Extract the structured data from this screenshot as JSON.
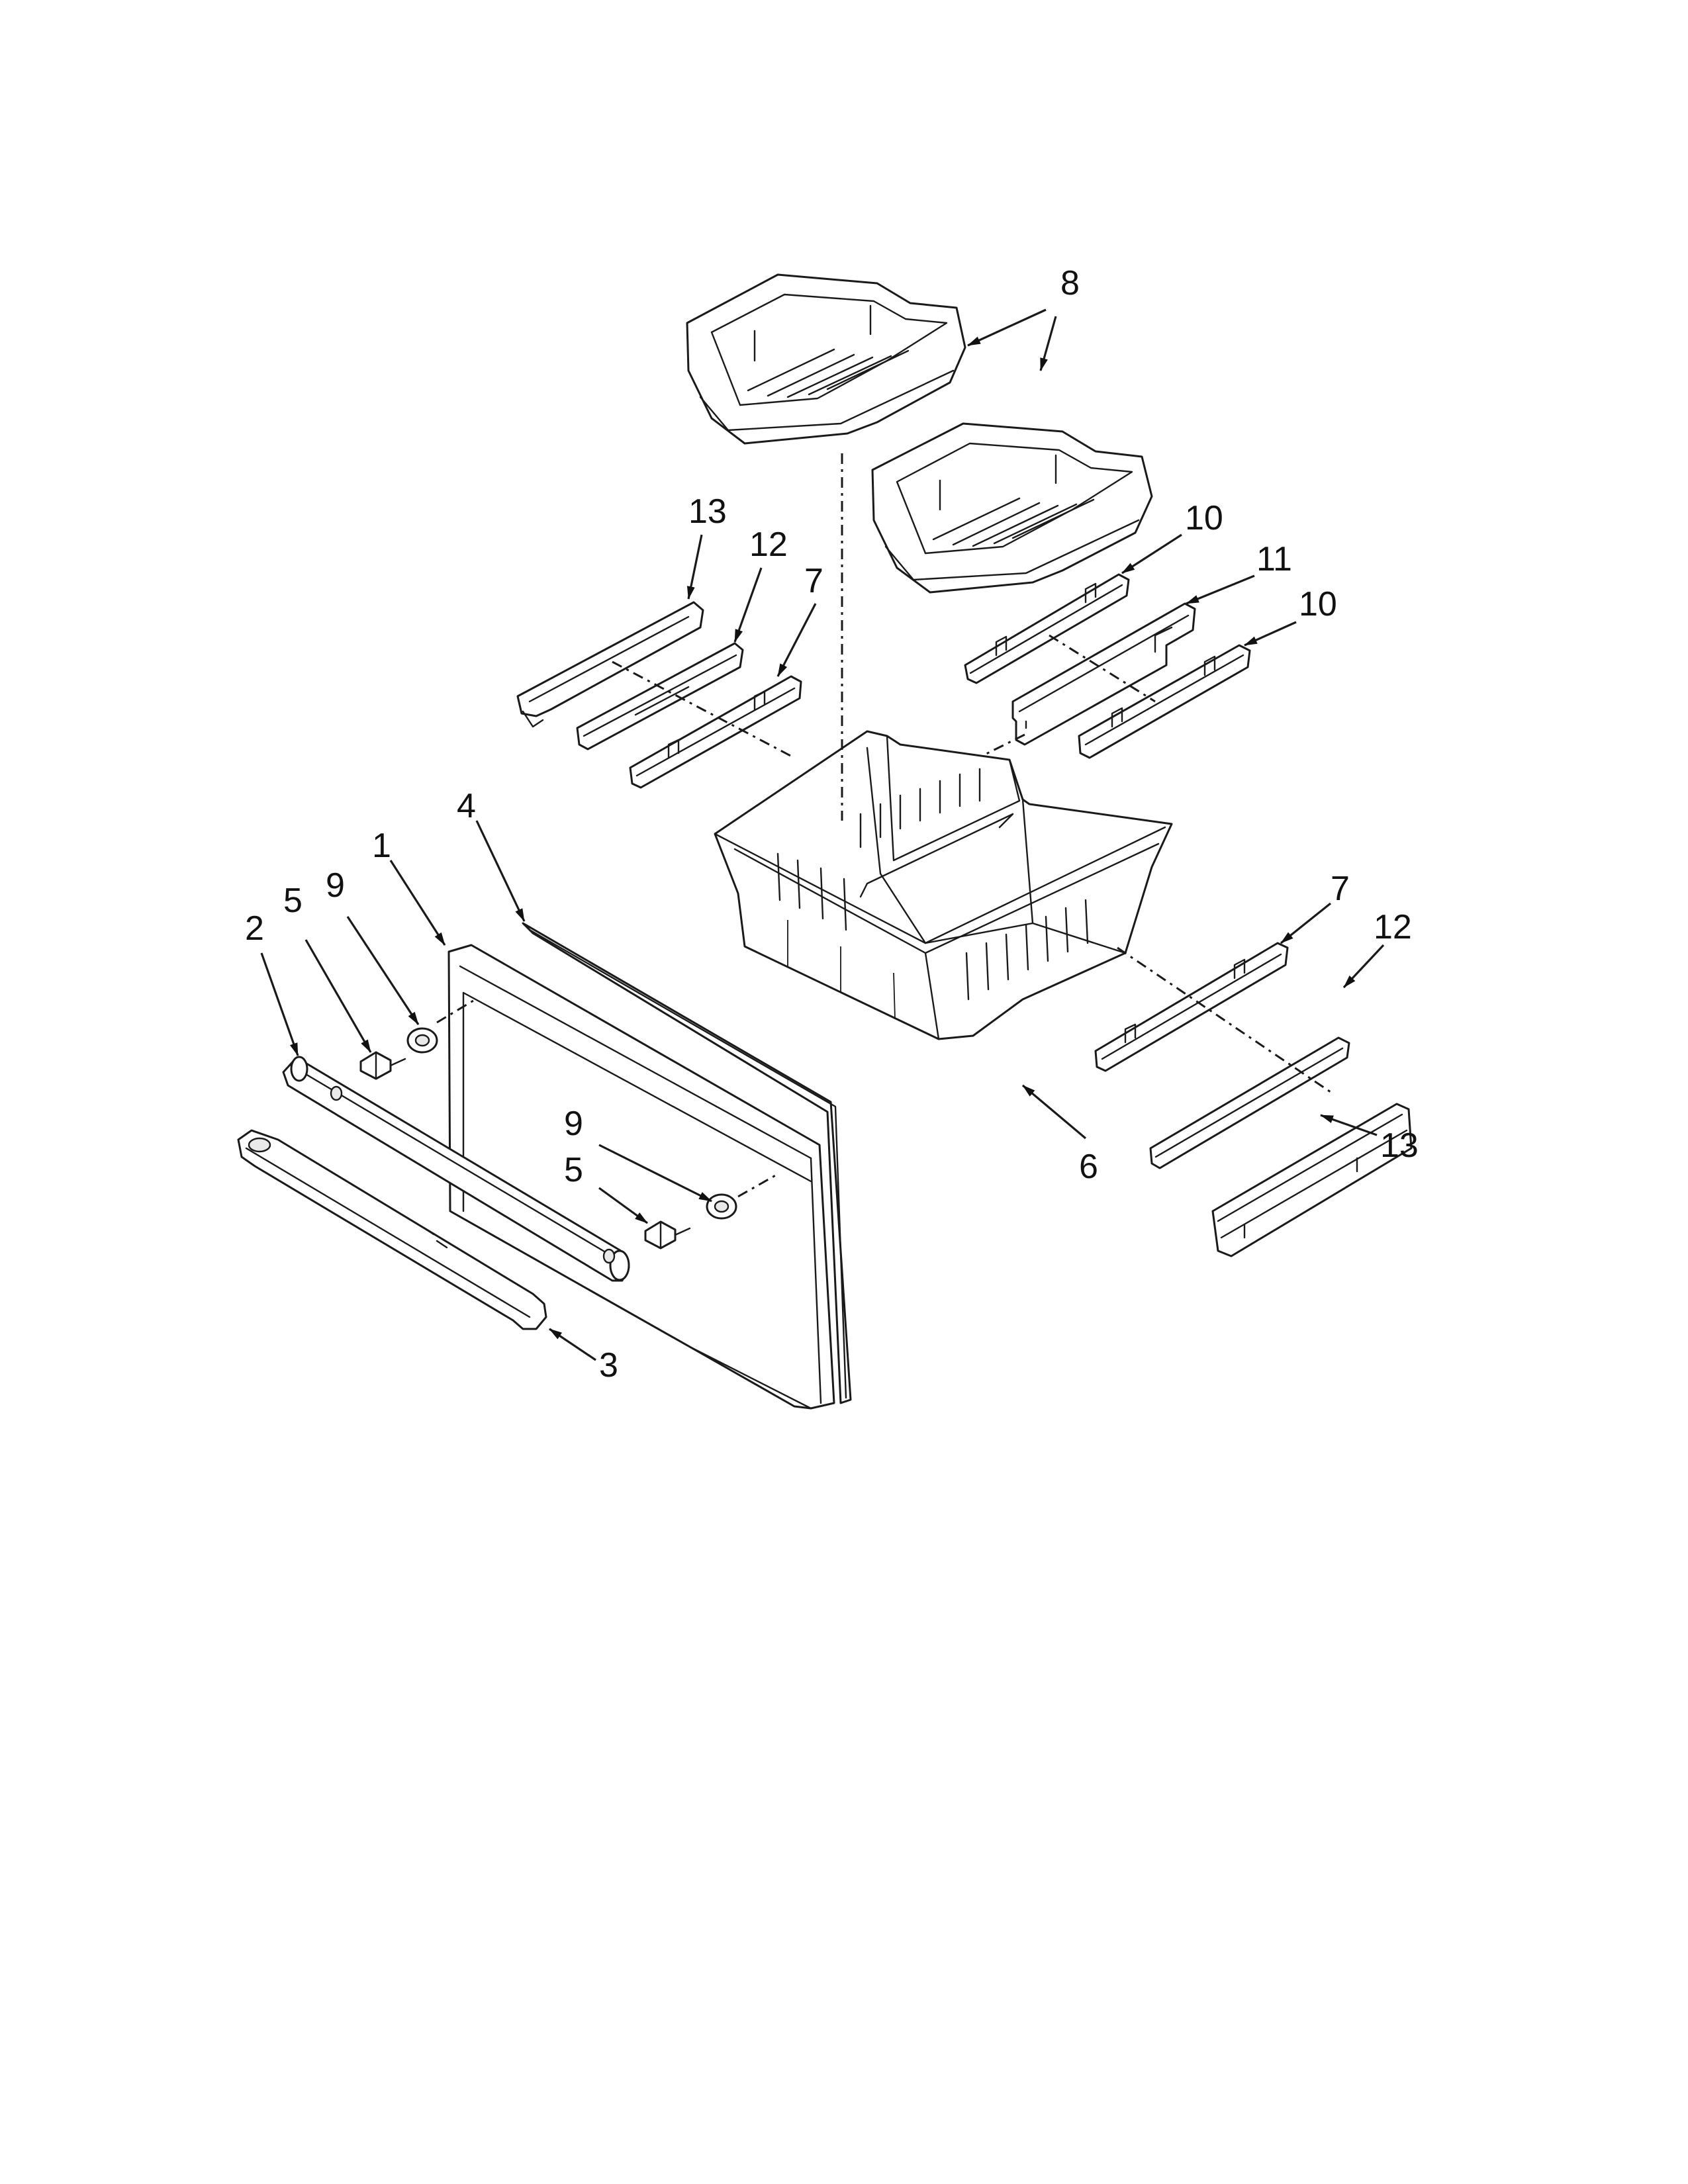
{
  "diagram": {
    "callouts": [
      {
        "id": "c8",
        "label": "8"
      },
      {
        "id": "c13a",
        "label": "13"
      },
      {
        "id": "c12a",
        "label": "12"
      },
      {
        "id": "c7a",
        "label": "7"
      },
      {
        "id": "c10a",
        "label": "10"
      },
      {
        "id": "c11",
        "label": "11"
      },
      {
        "id": "c10b",
        "label": "10"
      },
      {
        "id": "c4",
        "label": "4"
      },
      {
        "id": "c1",
        "label": "1"
      },
      {
        "id": "c9a",
        "label": "9"
      },
      {
        "id": "c5a",
        "label": "5"
      },
      {
        "id": "c2",
        "label": "2"
      },
      {
        "id": "c7b",
        "label": "7"
      },
      {
        "id": "c12b",
        "label": "12"
      },
      {
        "id": "c9b",
        "label": "9"
      },
      {
        "id": "c5b",
        "label": "5"
      },
      {
        "id": "c6",
        "label": "6"
      },
      {
        "id": "c13b",
        "label": "13"
      },
      {
        "id": "c3",
        "label": "3"
      }
    ]
  }
}
